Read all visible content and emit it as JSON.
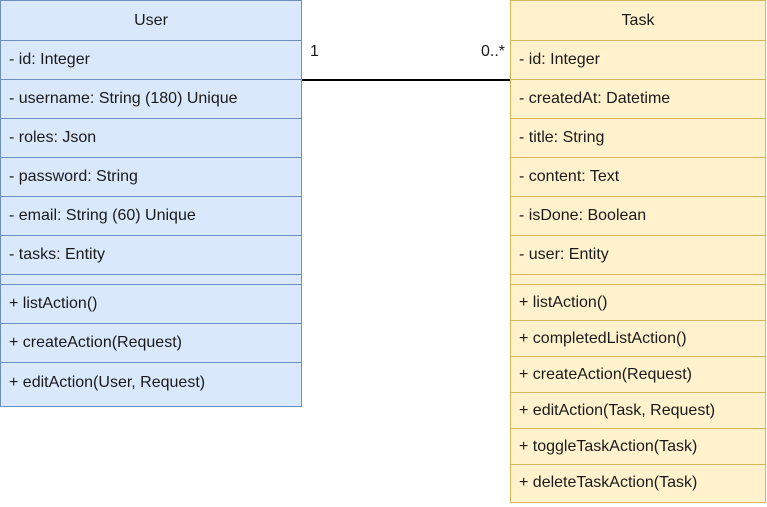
{
  "user_class": {
    "name": "User",
    "attributes": [
      "- id: Integer",
      "- username: String (180) Unique",
      "- roles: Json",
      "- password: String",
      "- email: String (60) Unique",
      "- tasks: Entity"
    ],
    "operations": [
      "+ listAction()",
      "+ createAction(Request)",
      "+ editAction(User, Request)"
    ]
  },
  "task_class": {
    "name": "Task",
    "attributes": [
      "- id: Integer",
      "- createdAt: Datetime",
      "- title: String",
      "- content: Text",
      "- isDone: Boolean",
      "- user: Entity"
    ],
    "operations": [
      "+ listAction()",
      "+ completedListAction()",
      "+ createAction(Request)",
      "+ editAction(Task, Request)",
      "+ toggleTaskAction(Task)",
      "+ deleteTaskAction(Task)"
    ]
  },
  "association": {
    "user_multiplicity": "1",
    "task_multiplicity": "0..*"
  },
  "colors": {
    "user_fill": "#dae8fc",
    "user_stroke": "#6c8ebf",
    "task_fill": "#fff2cc",
    "task_stroke": "#d6b656"
  }
}
